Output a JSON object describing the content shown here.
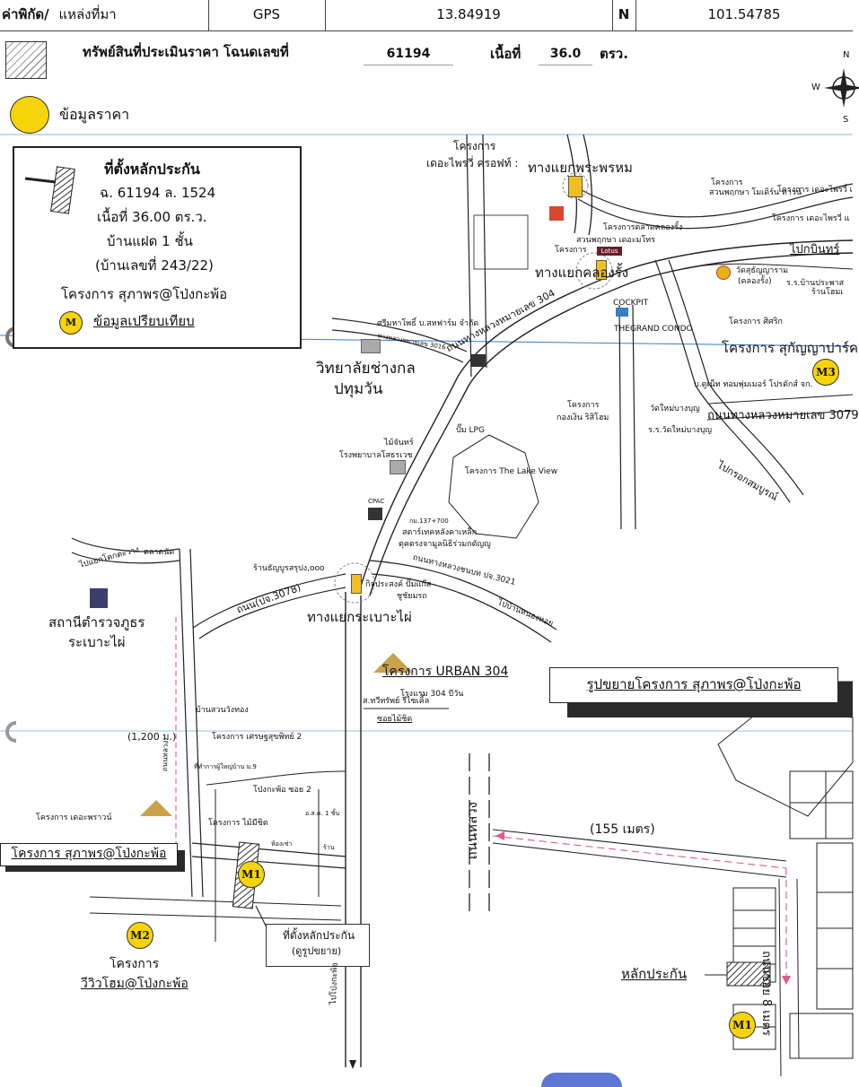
{
  "header": {
    "coord_label": "ค่าพิกัด/",
    "source_label": "แหล่งที่มา",
    "source_value": "GPS",
    "lat_value": "13.84919",
    "lat_unit": "N",
    "lon_value": "101.54785"
  },
  "property_row": {
    "text": "ทรัพย์สินที่ประเมินราคา โฉนดเลขที่",
    "deed_no": "61194",
    "area_label": "เนื้อที่",
    "area_value": "36.0",
    "area_unit": "ตรว."
  },
  "legend": {
    "price_info": "ข้อมูลราคา"
  },
  "compass": {
    "n": "N",
    "w": "W",
    "s": "S"
  },
  "infobox": {
    "title": "ที่ตั้งหลักประกัน",
    "deed": "ฉ. 61194 ล. 1524",
    "area": "เนื้อที่ 36.00 ตร.ว.",
    "type": "บ้านแฝด 1 ชั้น",
    "house_no": "(บ้านเลขที่ 243/22)",
    "project": "โครงการ สุภาพร@โป่งกะพ้อ",
    "compare_badge": "M",
    "compare_label": "ข้อมูลเปรียบเทียบ"
  },
  "labels": {
    "p_lazy": "โครงการ",
    "p_lazy2": "เดอะไพรวี่ ครอฟท์ :",
    "intersection_phra": "ทางแยกพระพรหม",
    "p_suanprk": "โครงการ",
    "p_suanprk2": "สวนพฤกษา โมเดิร์น ทาวน์",
    "p_theprivy": "โครงการ เดอะไพรวี่ เ",
    "p_theprivy2": "โครงการ เดอะไพรวี่ แ",
    "to_pinburi": "ไปกบินทร์",
    "market_klong": "โครงการตลาดคลองรั้ง",
    "suan_pruksa": "สวนพฤกษา เดอะมโทร",
    "lotus": "Lotus",
    "p_small": "โครงการ",
    "intersection_klong": "ทางแยกคลองรั้ง",
    "wat_klong": "วัดสุธัญญาราม",
    "wat_klong2": "(คลองรั้ง)",
    "school": "ร.ร.บ้านประพาส",
    "school2": "ร้านโฮมเ",
    "cockpit": "COCKPIT",
    "grand": "THEGRAND CONDO",
    "p_sitthi": "โครงการ ศิศริก",
    "p_sukanya": "โครงการ สุกัญญาปาร์ค",
    "badge_m3": "M3",
    "srimaha": "ศรีมหาโพธิ์ บ.สหฟาร์ม จำกัด",
    "road3016": "ทางหลวงหมายเลข 3016",
    "road304": "ถนนทางหลวงหมายเลข 304",
    "road_ptj": "ถนนทางหลวงชนบท ปจ.3021",
    "college": "วิทยาลัยช่างกล",
    "college2": "ปทุมวัน",
    "wipeng": "บ.ตูเน็ท ทอมพุ่มเมอร์ โปรดักส์ จก.",
    "wat_mai": "วัดใหม่บางบุญ",
    "wat_mai_school": "ร.ร.วัดใหม่บางบุญ",
    "road3079": "ถนนทางหลวงหมายเลข 3079",
    "to_krok": "ไปกรอกสมบูรณ์",
    "p_kongnoen": "โครงการ",
    "p_kongnoen2": "กองเงิน ริสิโฮม",
    "lpg": "ปั๊ม LPG",
    "lake_view": "โครงการ The Lake View",
    "maichan": "ไม้จันทร์",
    "hospital": "โรงพยาบาลโสธรเวช",
    "cpac": "CPAC",
    "star_metal": "สตาร์เทคหลังคาเหล็ก",
    "mulnithi": "ตุคตรงจามูลนิธิร่วมกตัญญู",
    "market_nut": "ตลาดนัด",
    "to_nonsaeng": "ไปแยกโคกตะวาง",
    "police": "สถานีตำรวจภูธร",
    "police2": "ระเบาะไผ่",
    "shop_sanyo": "ร้านธัญบูรสรุปง,ooo",
    "road3078": "ถนน(ปจ.3078)",
    "kitti": "กิจประสงค์ ปั๊มแก๊ส",
    "chusap": "ชูชัยมรถ",
    "to_nonghai": "ไปบ้านหนองหอย",
    "intersection_rabao": "ทางแยกระเบาะไผ่",
    "p_urban": "โครงการ URBAN 304",
    "suan_wangthong": "บ้านสวนวังทอง",
    "p_setsak": "โครงการ เศรษฐสุขพิทย์ 2",
    "hotel": "โรงแรม 304 บีวัน",
    "s_thawee": "ส.ทวีทรัพย์ รีไซเคิ้ล",
    "soi_mai": "ซอยไม้ชิด",
    "dist1200": "(1,200 ม.)",
    "pong_soi2": "โป่งกะพ้อ ซอย 2",
    "p_maichit": "โครงการ ไม้มีชิต",
    "p_thepraewn": "โครงการ เดอะพราวน์",
    "p_suphaporn": "โครงการ สุภาพร@โป่งกะพ้อ",
    "badge_m1": "M1",
    "badge_m2": "M2",
    "p_wiew": "โครงการ",
    "p_wiew2": "วีวิวโฮม@โป่งกะพ้อ",
    "collateral_box": "ที่ตั้งหลักประกัน",
    "collateral_box2": "(ดูรูปขยาย)",
    "to_pongkapho": "ไปโป่งกะพ้อ",
    "inset_title": "รูปขยายโครงการ สุภาพร@โป่งกะพ้อ",
    "inset_dist": "(155 เมตร)",
    "inset_road_v": "ถนนหลวง",
    "inset_soi": "ถนนซอย 8 เมตร",
    "inset_collateral": "หลักประกัน",
    "inset_m1": "M1",
    "km137": "กม.137+700",
    "village_9": "ที่ทำการผู้ใหญ่บ้าน ม.9",
    "tel_shop": "ร้าน",
    "ko_sor": "อ.ส.ค. 1 ชั้น",
    "room_rent": "ห้องเช่า",
    "soi_left": "ถนนหลวง"
  },
  "colors": {
    "badge_yellow": "#f6d40a",
    "road_line": "#222222",
    "guide_line": "#3a7fc4",
    "pink_line": "#e05a8a",
    "house_icon": "#c9a24b"
  }
}
